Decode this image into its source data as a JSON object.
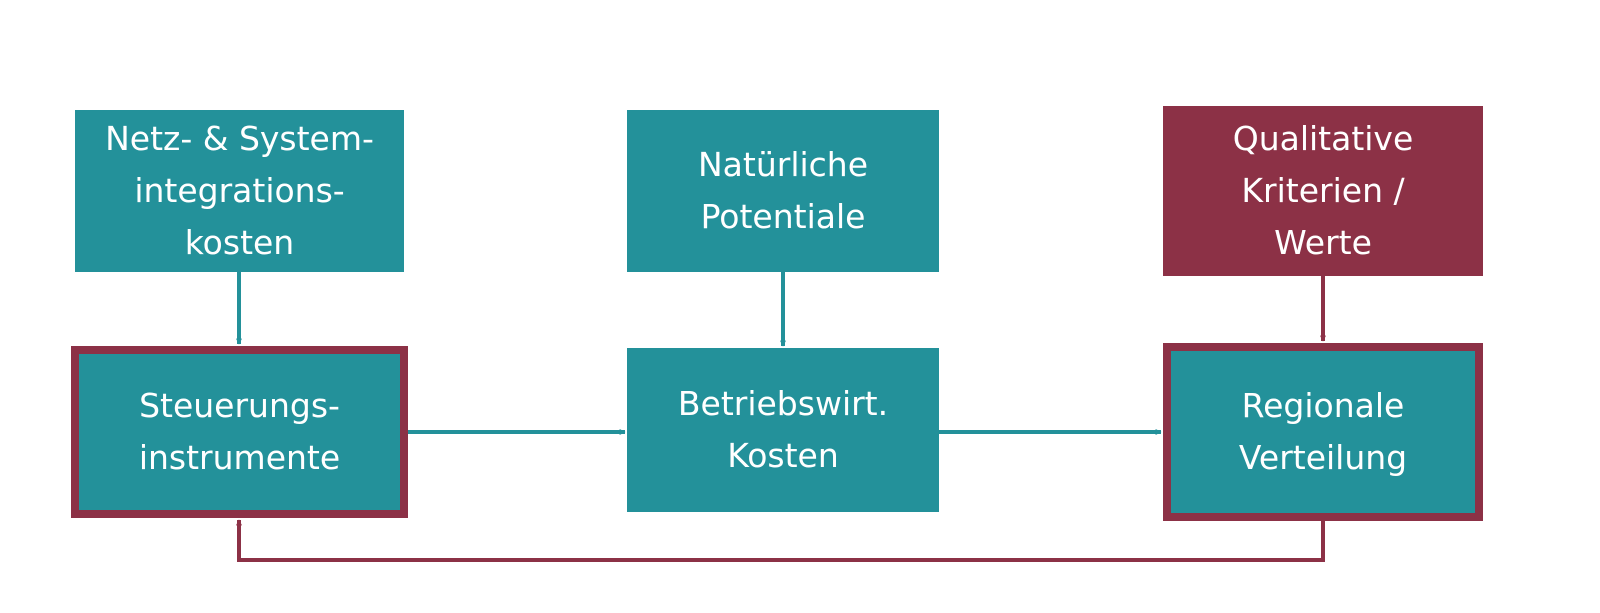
{
  "colors": {
    "teal": "#23919a",
    "maroon": "#8c3146",
    "text": "#ffffff",
    "background": "#ffffff"
  },
  "boxes": {
    "netz": {
      "lines": [
        "Netz- & System-",
        "integrations-",
        "kosten"
      ]
    },
    "natur": {
      "lines": [
        "Natürliche",
        "Potentiale"
      ]
    },
    "qualitativ": {
      "lines": [
        "Qualitative",
        "Kriterien /",
        "Werte"
      ]
    },
    "steuerung": {
      "lines": [
        "Steuerungs-",
        "instrumente"
      ]
    },
    "betrieb": {
      "lines": [
        "Betriebswirt.",
        "Kosten"
      ]
    },
    "regional": {
      "lines": [
        "Regionale",
        "Verteilung"
      ]
    }
  }
}
